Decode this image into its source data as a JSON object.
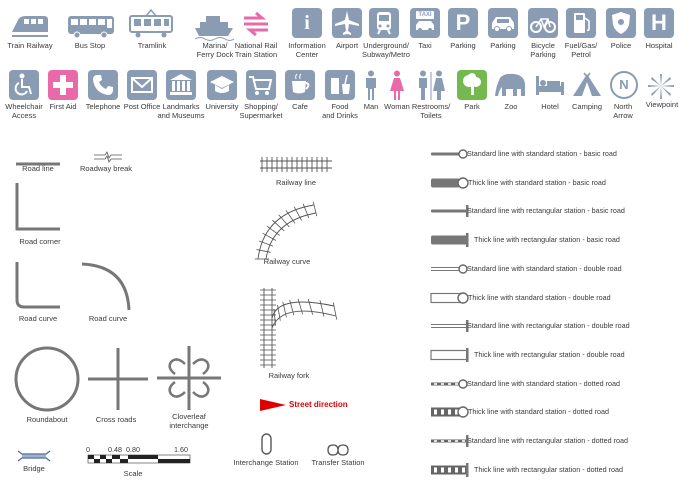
{
  "icons_row1": [
    {
      "id": "train-railway",
      "label": "Train Railway"
    },
    {
      "id": "bus-stop",
      "label": "Bus Stop"
    },
    {
      "id": "tramlink",
      "label": "Tramlink"
    },
    {
      "id": "marina-ferry-dock",
      "label": "Marina/\nFerry Dock"
    },
    {
      "id": "national-rail",
      "label": "National Rail\nTrain Station"
    },
    {
      "id": "information-center",
      "label": "Information\nCenter",
      "glyph": "i"
    },
    {
      "id": "airport",
      "label": "Airport"
    },
    {
      "id": "underground",
      "label": "Underground/\nSubway/Metro"
    },
    {
      "id": "taxi",
      "label": "Taxi",
      "glyph": "TAXI"
    },
    {
      "id": "parking-p",
      "label": "Parking",
      "glyph": "P"
    },
    {
      "id": "parking-car",
      "label": "Parking"
    },
    {
      "id": "bicycle-parking",
      "label": "Bicycle\nParking"
    },
    {
      "id": "fuel",
      "label": "Fuel/Gas/\nPetrol"
    },
    {
      "id": "police",
      "label": "Police"
    },
    {
      "id": "hospital",
      "label": "Hospital",
      "glyph": "H"
    }
  ],
  "icons_row2": [
    {
      "id": "wheelchair-access",
      "label": "Wheelchair\nAccess"
    },
    {
      "id": "first-aid",
      "label": "First Aid"
    },
    {
      "id": "telephone",
      "label": "Telephone"
    },
    {
      "id": "post-office",
      "label": "Post Office"
    },
    {
      "id": "landmarks-museums",
      "label": "Landmarks\nand Museums"
    },
    {
      "id": "university",
      "label": "University"
    },
    {
      "id": "shopping",
      "label": "Shopping/\nSupermarket"
    },
    {
      "id": "cafe",
      "label": "Cafe"
    },
    {
      "id": "food-drinks",
      "label": "Food\nand Drinks"
    },
    {
      "id": "man",
      "label": "Man"
    },
    {
      "id": "woman",
      "label": "Woman"
    },
    {
      "id": "restrooms",
      "label": "Restrooms/\nToilets"
    },
    {
      "id": "park",
      "label": "Park"
    },
    {
      "id": "zoo",
      "label": "Zoo"
    },
    {
      "id": "hotel",
      "label": "Hotel"
    },
    {
      "id": "camping",
      "label": "Camping"
    },
    {
      "id": "north-arrow",
      "label": "North\nArrow",
      "glyph": "N"
    },
    {
      "id": "viewpoint",
      "label": "Viewpoint"
    }
  ],
  "road_shapes": {
    "road_line": "Road line",
    "roadway_break": "Roadway break",
    "road_corner": "Road corner",
    "road_curve_1": "Road curve",
    "road_curve_2": "Road curve",
    "roundabout": "Roundabout",
    "cross_roads": "Cross roads",
    "cloverleaf": "Cloverleaf\ninterchange",
    "bridge": "Bridge",
    "scale": "Scale",
    "scale_ticks": [
      "0",
      "0.48",
      "0.80",
      "1.60"
    ]
  },
  "railway_shapes": {
    "railway_line": "Railway line",
    "railway_curve": "Railway curve",
    "railway_fork": "Railway fork",
    "street_direction": "Street direction",
    "interchange_station": "Interchange Station",
    "transfer_station": "Transfer Station"
  },
  "metro_lines": [
    "Standard line with standard station - basic road",
    "Thick line with standard station - basic road",
    "Standard line with rectangular station - basic road",
    "Thick line with rectangular station - basic road",
    "Standard line with standard station - double road",
    "Thick line with standard station - double road",
    "Standard line with rectangular station - double road",
    "Thick line with rectangular station - double road",
    "Standard line with standard station - dotted road",
    "Thick line with standard station - dotted road",
    "Standard line with rectangular station - dotted road",
    "Thick line with rectangular station - dotted road"
  ],
  "colors": {
    "tile_blue": "#8a9bb4",
    "tile_green": "#74b94f",
    "tile_pink": "#e86aa8",
    "road": "#777777",
    "accent_red": "#dd0000"
  }
}
